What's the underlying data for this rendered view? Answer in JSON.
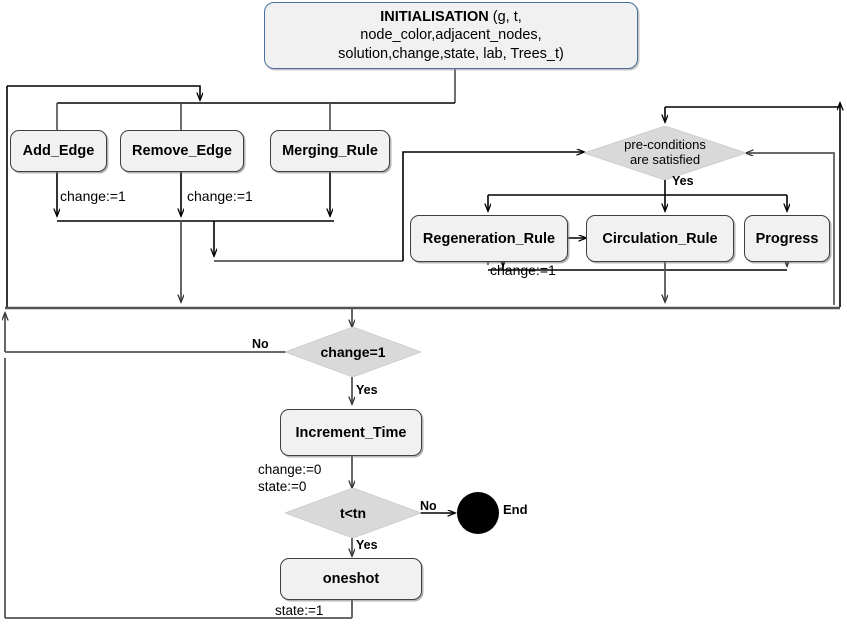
{
  "diagram": {
    "title": "Graph rewriting simulation flowchart",
    "colors": {
      "box_fill": "#f1f1f1",
      "box_border": "#3f3f3f",
      "init_border": "#4a6f9c",
      "diamond_fill": "#d9d9d9",
      "diamond_border": "#bfbfbf",
      "wire": "#555555",
      "wire_dark": "#000000",
      "end_fill": "#000000"
    }
  },
  "init": {
    "line1_bold": "INITIALISATION",
    "line1_rest": " (g, t,",
    "line2": "node_color,adjacent_nodes,",
    "line3": "solution,change,state, lab, Trees_t)"
  },
  "rules": {
    "add_edge": "Add_Edge",
    "remove_edge": "Remove_Edge",
    "merging_rule": "Merging_Rule",
    "regeneration_rule": "Regeneration_Rule",
    "circulation_rule": "Circulation_Rule",
    "progress": "Progress"
  },
  "decisions": {
    "preconditions_line1": "pre-conditions",
    "preconditions_line2": "are satisfied",
    "change_eq_1": "change=1",
    "t_lt_tn": "t<tn"
  },
  "actions": {
    "increment_time": "Increment_Time",
    "oneshot": "oneshot"
  },
  "terminal": {
    "end_label": "End"
  },
  "edge_labels": {
    "change_assign_1_a": "change:=1",
    "change_assign_1_b": "change:=1",
    "change_assign_1_c": "change:=1",
    "yes_preconditions": "Yes",
    "no_change": "No",
    "yes_change": "Yes",
    "change_assign_0": "change:=0",
    "state_assign_0": "state:=0",
    "no_ttn": "No",
    "yes_ttn": "Yes",
    "state_assign_1": "state:=1"
  }
}
